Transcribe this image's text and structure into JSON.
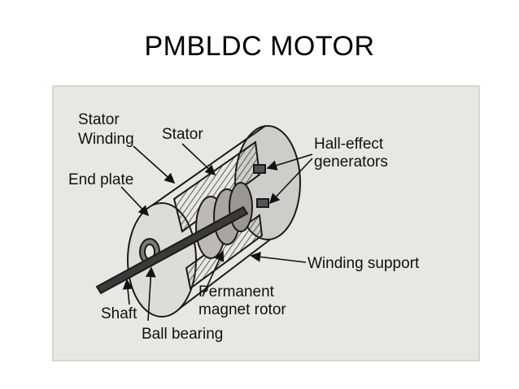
{
  "title": "PMBLDC MOTOR",
  "figure": {
    "labels": {
      "stator_winding_1": "Stator",
      "stator_winding_2": "Winding",
      "stator": "Stator",
      "end_plate": "End plate",
      "hall_1": "Hall-effect",
      "hall_2": "generators",
      "winding_support": "Winding support",
      "rotor_1": "Permanent",
      "rotor_2": "magnet rotor",
      "shaft": "Shaft",
      "ball_bearing": "Ball bearing"
    },
    "colors": {
      "paper": "#e9e7e4",
      "ink": "#1a1a1a",
      "shade": "#6e6c6a"
    }
  }
}
